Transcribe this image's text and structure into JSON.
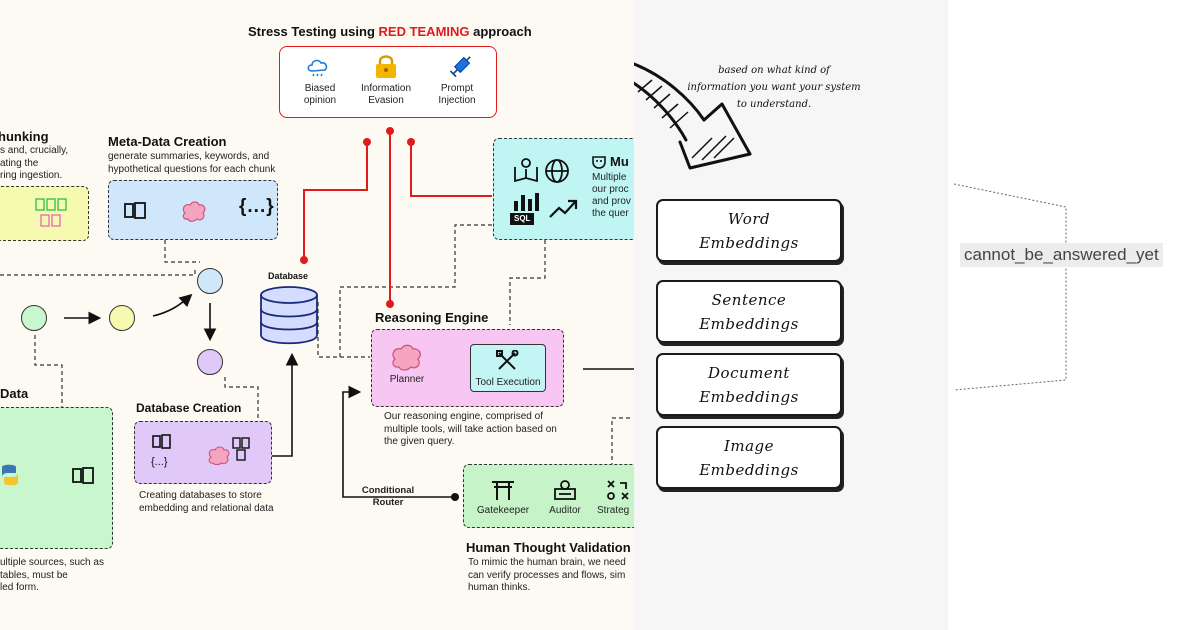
{
  "red_team": {
    "title_prefix": "Stress Testing using ",
    "title_highlight": "RED TEAMING",
    "title_suffix": " approach",
    "items": [
      {
        "label_line1": "Biased",
        "label_line2": "opinion",
        "icon": "cloud-icon"
      },
      {
        "label_line1": "Information",
        "label_line2": "Evasion",
        "icon": "lock-icon"
      },
      {
        "label_line1": "Prompt",
        "label_line2": "Injection",
        "icon": "syringe-icon"
      }
    ]
  },
  "chunking": {
    "title": "hunking",
    "desc_lines": [
      "s and, crucially,",
      "ating the",
      "ring ingestion."
    ]
  },
  "metadata": {
    "title": "Meta-Data Creation",
    "desc_lines": [
      "generate summaries, keywords, and",
      "hypothetical questions for each chunk"
    ],
    "braces": "{...}"
  },
  "database": {
    "label": "Database"
  },
  "multi": {
    "title": "Mu",
    "desc_lines": [
      "Multiple",
      "our proc",
      "and prov",
      "the quer"
    ],
    "sql_label": "SQL"
  },
  "reasoning": {
    "title": "Reasoning Engine",
    "planner": "Planner",
    "tool": "Tool Execution",
    "desc_lines": [
      "Our reasoning engine, comprised of",
      "multiple tools, will take action based on",
      "the given query."
    ]
  },
  "data": {
    "title": "Data",
    "desc_lines": [
      "ultiple sources, such as",
      "tables, must be",
      "led form."
    ]
  },
  "db_creation": {
    "title": "Database Creation",
    "braces": "{...}",
    "desc_lines": [
      "Creating databases to store",
      "embedding and relational data"
    ]
  },
  "router": {
    "line1": "Conditional",
    "line2": "Router"
  },
  "validation": {
    "items": [
      "Gatekeeper",
      "Auditor",
      "Strateg"
    ],
    "title": "Human Thought Validation",
    "desc_lines": [
      "To mimic the human brain, we need",
      "can verify processes and flows, sim",
      "human thinks."
    ]
  },
  "note": {
    "lines": [
      "based on what kind of",
      "information you want your system",
      "to understand."
    ]
  },
  "embeddings": [
    {
      "line1": "Word",
      "line2": "Embeddings"
    },
    {
      "line1": "Sentence",
      "line2": "Embeddings"
    },
    {
      "line1": "Document",
      "line2": "Embeddings"
    },
    {
      "line1": "Image",
      "line2": "Embeddings"
    }
  ],
  "tag": {
    "text": "cannot_be_answered_yet"
  },
  "colors": {
    "red": "#e01b1b",
    "chunk_yellow": "#f6f9b0",
    "meta_blue": "#cfe6fb",
    "multi_cyan": "#bff6f4",
    "reason_pink": "#f7c6f3",
    "data_green": "#c9f7cd",
    "db_purple": "#e0c9f8",
    "valid_green": "#c6f4c8"
  }
}
